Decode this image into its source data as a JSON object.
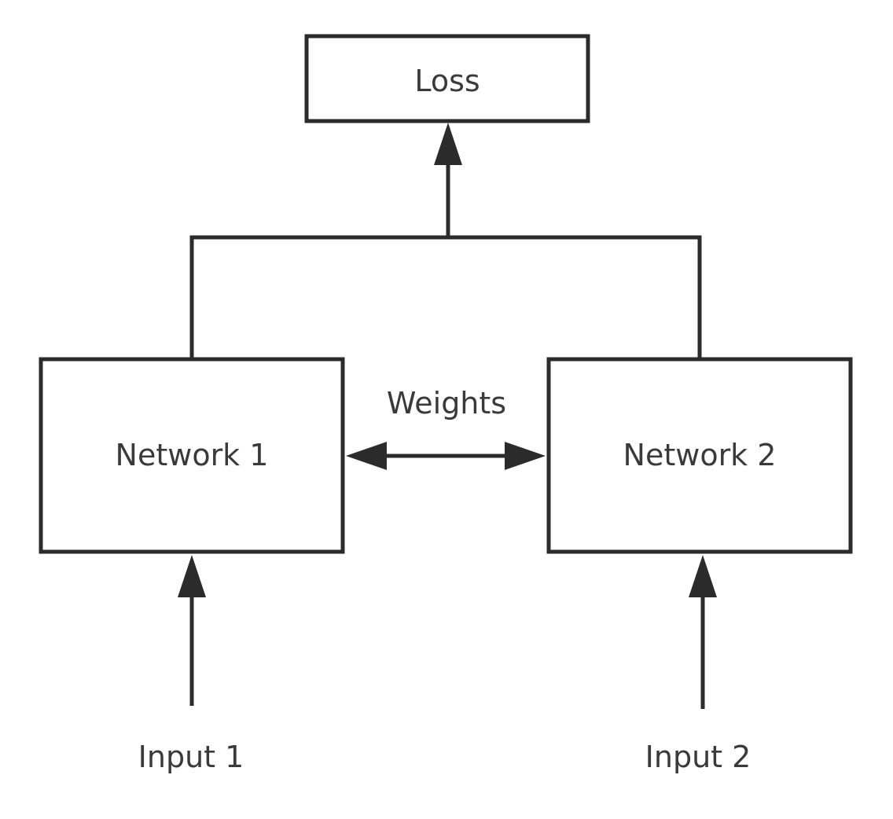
{
  "nodes": {
    "loss": {
      "label": "Loss"
    },
    "network_1": {
      "label": "Network 1"
    },
    "network_2": {
      "label": "Network 2"
    },
    "input_1": {
      "label": "Input 1"
    },
    "input_2": {
      "label": "Input 2"
    }
  },
  "edges": {
    "shared_weights": {
      "label": "Weights"
    }
  },
  "colors": {
    "stroke": "#2b2b2b",
    "text": "#3a3a3a",
    "background": "#ffffff"
  }
}
